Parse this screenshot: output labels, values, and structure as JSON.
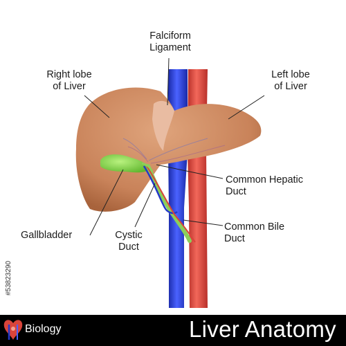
{
  "labels": {
    "falciform": "Falciform\nLigament",
    "right_lobe": "Right lobe\nof Liver",
    "left_lobe": "Left lobe\nof Liver",
    "common_hepatic": "Common Hepatic\nDuct",
    "gallbladder": "Gallbladder",
    "cystic": "Cystic\nDuct",
    "common_bile": "Common Bile\nDuct"
  },
  "watermark_id": "#53823290",
  "footer": {
    "category": "Biology",
    "title": "Liver Anatomy"
  },
  "colors": {
    "liver": "#c9835a",
    "liver_highlight": "#dba27f",
    "falciform": "#e8b9a0",
    "gallbladder": "#7fd34a",
    "vena_cava": "#2338c9",
    "aorta": "#d9443a",
    "duct_green": "#8ccf5a",
    "footer_bg": "#000000"
  }
}
